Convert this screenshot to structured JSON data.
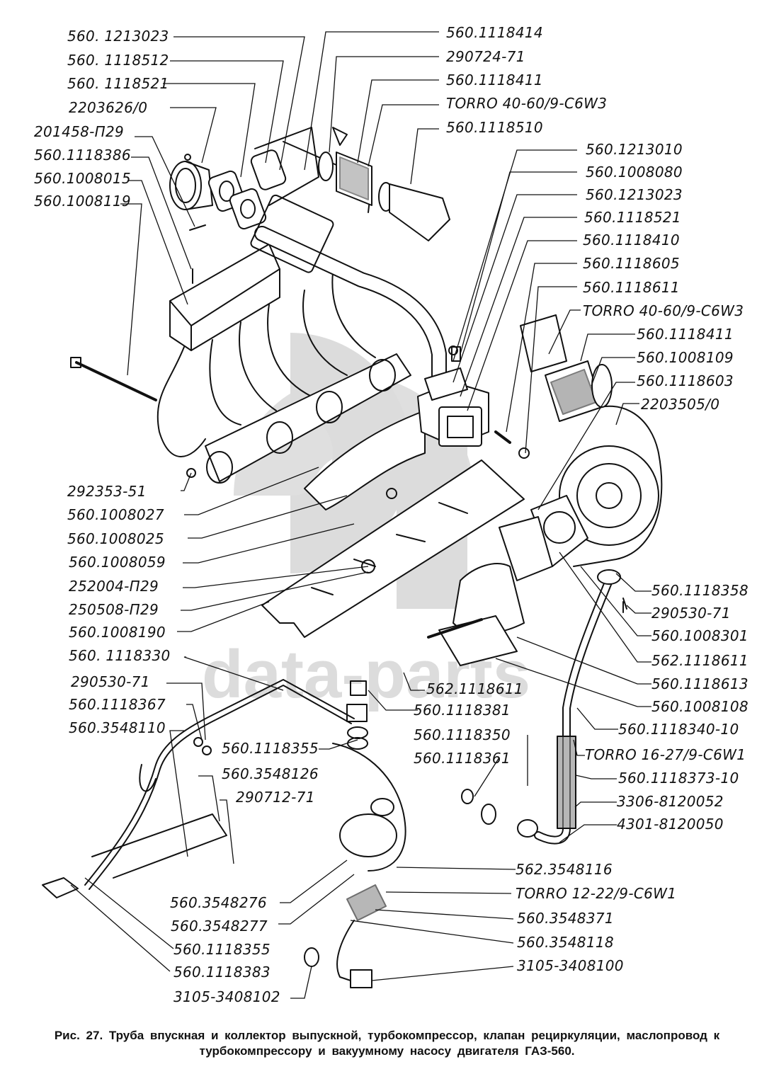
{
  "watermark": {
    "text": "data-parts",
    "logo": "dp-logo",
    "color": "#d9d9d9"
  },
  "labels": {
    "l01": "560. 1213023",
    "l02": "560. 1118512",
    "l03": "560. 1118521",
    "l04": "2203626/0",
    "l05": "201458-П29",
    "l06": "560.1118386",
    "l07": "560.1008015",
    "l08": "560.1008119",
    "r01": "560.1118414",
    "r02": "290724-71",
    "r03": "560.1118411",
    "r04": "TORRO 40-60/9-C6W3",
    "r05": "560.1118510",
    "r06": "560.1213010",
    "r07": "560.1008080",
    "r08": "560.1213023",
    "r09": "560.1118521",
    "r10": "560.1118410",
    "r11": "560.1118605",
    "r12": "560.1118611",
    "r13": "TORRO 40-60/9-C6W3",
    "r14": "560.1118411",
    "r15": "560.1008109",
    "r16": "560.1118603",
    "r17": "2203505/0",
    "m01": "292353-51",
    "m02": "560.1008027",
    "m03": "560.1008025",
    "m04": "560.1008059",
    "m05": "252004-П29",
    "m06": "250508-П29",
    "m07": "560.1008190",
    "s01": "560.1118358",
    "s02": "290530-71",
    "s03": "560.1008301",
    "s04": "562.1118611",
    "s05": "560.1118613",
    "s06": "560.1008108",
    "s07": "560.1118340-10",
    "s08": "TORRO 16-27/9-C6W1",
    "s09": "560.1118373-10",
    "s10": "3306-8120052",
    "s11": "4301-8120050",
    "b01": "560. 1118330",
    "b02": "290530-71",
    "b03": "560.1118367",
    "b04": "560.3548110",
    "b05": "560.1118355",
    "b06": "560.3548126",
    "b07": "290712-71",
    "c01": "562.1118611",
    "c02": "560.1118381",
    "c03": "560.1118350",
    "c04": "560.1118361",
    "d01": "560.3548276",
    "d02": "560.3548277",
    "d03": "560.1118355",
    "d04": "560.1118383",
    "d05": "3105-3408102",
    "e01": "562.3548116",
    "e02": "TORRO 12-22/9-C6W1",
    "e03": "560.3548371",
    "e04": "560.3548118",
    "e05": "3105-3408100"
  },
  "caption": {
    "line1": "Рис. 27. Труба впускная и коллектор выпускной, турбокомпрессор, клапан рециркуляции, маслопровод к",
    "line2": "турбокомпрессору и вакуумному насосу двигателя ГАЗ-560."
  }
}
